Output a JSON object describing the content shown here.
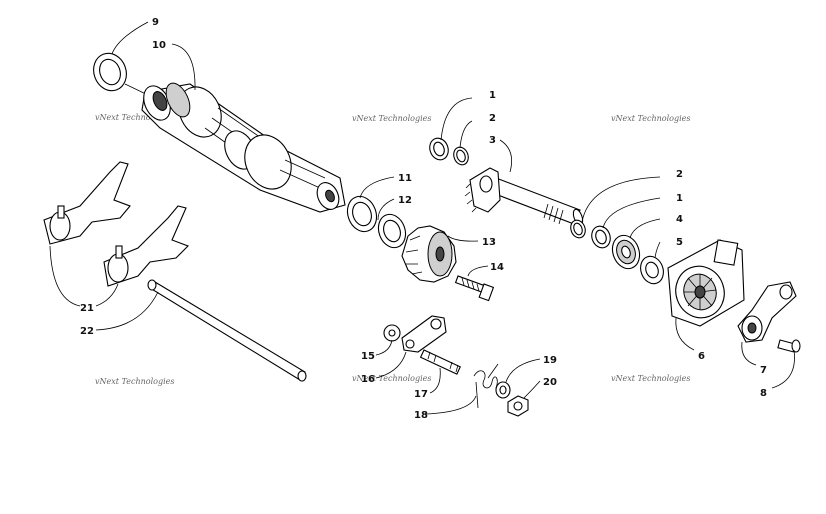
{
  "watermark_text": "vNext Technologies",
  "callouts": [
    {
      "id": "c1a",
      "label": "1"
    },
    {
      "id": "c2a",
      "label": "2"
    },
    {
      "id": "c3",
      "label": "3"
    },
    {
      "id": "c2b",
      "label": "2"
    },
    {
      "id": "c1b",
      "label": "1"
    },
    {
      "id": "c4",
      "label": "4"
    },
    {
      "id": "c5",
      "label": "5"
    },
    {
      "id": "c6",
      "label": "6"
    },
    {
      "id": "c7",
      "label": "7"
    },
    {
      "id": "c8",
      "label": "8"
    },
    {
      "id": "c9",
      "label": "9"
    },
    {
      "id": "c10",
      "label": "10"
    },
    {
      "id": "c11",
      "label": "11"
    },
    {
      "id": "c12",
      "label": "12"
    },
    {
      "id": "c13",
      "label": "13"
    },
    {
      "id": "c14",
      "label": "14"
    },
    {
      "id": "c15",
      "label": "15"
    },
    {
      "id": "c16",
      "label": "16"
    },
    {
      "id": "c17",
      "label": "17"
    },
    {
      "id": "c18",
      "label": "18"
    },
    {
      "id": "c19",
      "label": "19"
    },
    {
      "id": "c20",
      "label": "20"
    },
    {
      "id": "c21",
      "label": "21"
    },
    {
      "id": "c22",
      "label": "22"
    }
  ]
}
